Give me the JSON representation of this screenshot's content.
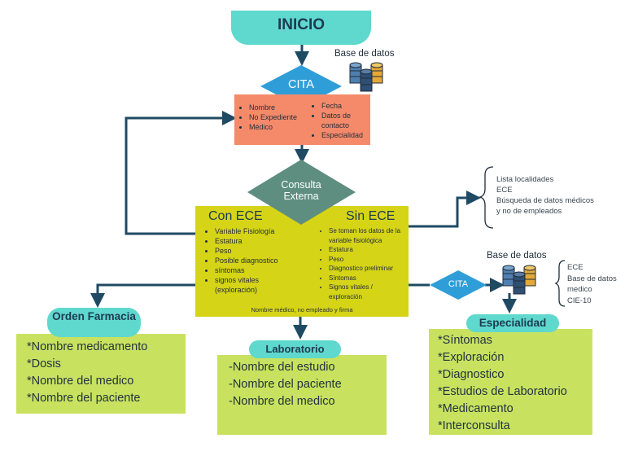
{
  "inicio": "INICIO",
  "base_datos_1": "Base de datos",
  "cita_1": "CITA",
  "cita_info": {
    "left": [
      "Nombre",
      "No Expediente",
      "Médico"
    ],
    "right": [
      "Fecha",
      "Datos de contacto",
      "Especialidad"
    ]
  },
  "consulta_externa": "Consulta Externa",
  "con_ece": {
    "title": "Con ECE",
    "items": [
      "Variable Fisiología",
      "Estatura",
      "Peso",
      "Posible diagnostico",
      "síntomas",
      "signos vitales (exploración)"
    ]
  },
  "sin_ece": {
    "title": "Sin ECE",
    "items": [
      "Se toman los datos de la variable fisiológica",
      "Estatura",
      "Peso",
      "Diagnostico preliminar",
      "Síntomas",
      "Signos vitales / exploración"
    ]
  },
  "firma": "Nombre médico, no empleado y firma",
  "side_1": [
    "Lista localidades",
    "ECE",
    "Búsqueda de datos médicos",
    "y no de empleados"
  ],
  "base_datos_2": "Base de datos",
  "cita_2": "CITA",
  "side_2": [
    "ECE",
    "Base de datos",
    "medico",
    "CIE-10"
  ],
  "orden_farmacia": "Orden Farmacia",
  "farmacia_items": [
    "*Nombre medicamento",
    "*Dosis",
    "*Nombre del medico",
    "*Nombre del paciente"
  ],
  "laboratorio": "Laboratorio",
  "laboratorio_items": [
    "-Nombre del estudio",
    "-Nombre del paciente",
    "-Nombre del medico"
  ],
  "especialidad": "Especialidad",
  "especialidad_items": [
    "*Síntomas",
    "*Exploración",
    "*Diagnostico",
    "*Estudios de Laboratorio",
    "*Medicamento",
    "*Interconsulta"
  ],
  "colors": {
    "teal": "#5fd8cd",
    "blue": "#2f9ed8",
    "salmon": "#f48a6a",
    "slate": "#5e8e80",
    "yellow": "#d6d416",
    "green": "#c8e260",
    "line": "#1f4a63"
  }
}
